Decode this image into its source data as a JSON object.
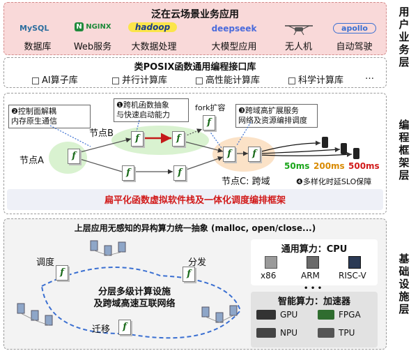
{
  "top_layer": {
    "title": "泛在云场景业务应用",
    "side_label": "用户业务层",
    "apps": [
      {
        "label": "数据库",
        "logo": "MySQL"
      },
      {
        "label": "Web服务",
        "logo": "NGINX"
      },
      {
        "label": "大数据处理",
        "logo": "hadoop"
      },
      {
        "label": "大模型应用",
        "logo": "deepseek"
      },
      {
        "label": "无人机",
        "logo": "drone-icon"
      },
      {
        "label": "自动驾驶",
        "logo": "apollo"
      }
    ]
  },
  "posix_layer": {
    "title": "类POSIX函数通用编程接口库",
    "libs": [
      "AI算子库",
      "并行计算库",
      "高性能计算库",
      "科学计算库"
    ],
    "more": "…"
  },
  "middle_layer": {
    "side_label": "编程框架层",
    "callouts": {
      "c1_num": "❶",
      "c1_line1": "跨机函数抽象",
      "c1_line2": "与快速启动能力",
      "c2_num": "❷",
      "c2_line1": "控制面解耦",
      "c2_line2": "内存原生通信",
      "c3_num": "❸",
      "c3_line1": "跨域高扩展服务",
      "c3_line2": "网络及资源编排调度",
      "c4_num": "❹",
      "c4_text": "多样化时延SLO保障"
    },
    "fork_label": "fork扩容",
    "nodes": {
      "a": "节点A",
      "b": "节点B",
      "c": "节点C: 跨域"
    },
    "function_glyph": "f",
    "latencies": [
      {
        "text": "50ms",
        "color": "#1aa51a"
      },
      {
        "text": "200ms",
        "color": "#d98a00"
      },
      {
        "text": "500ms",
        "color": "#d11a1a"
      }
    ],
    "banner": "扁平化函数虚拟软件栈及一体化调度编排框架"
  },
  "bottom_layer": {
    "title": "上层应用无感知的异构算力统一抽象 (malloc, open/close...)",
    "side_label": "基础设施层",
    "labels": {
      "schedule": "调度",
      "dispatch": "分发",
      "migrate": "迁移"
    },
    "center_line1": "分层多级计算设施",
    "center_line2": "及跨域高速互联网络",
    "cpu_title": "通用算力：CPU",
    "cpus": [
      "x86",
      "ARM",
      "RISC-V"
    ],
    "ellipsis": "• • •",
    "acc_title": "智能算力：加速器",
    "accelerators": [
      "GPU",
      "FPGA",
      "NPU",
      "TPU"
    ]
  },
  "colors": {
    "top_bg": "#f9d9d9",
    "banner_text": "#d11a1a",
    "arrow_red": "#c41a1a",
    "node_green": "#d9f2d0",
    "node_orange": "#fbe2c7",
    "bottom_bg": "#eeeeee",
    "blue_dashed": "#3a6fd1"
  }
}
